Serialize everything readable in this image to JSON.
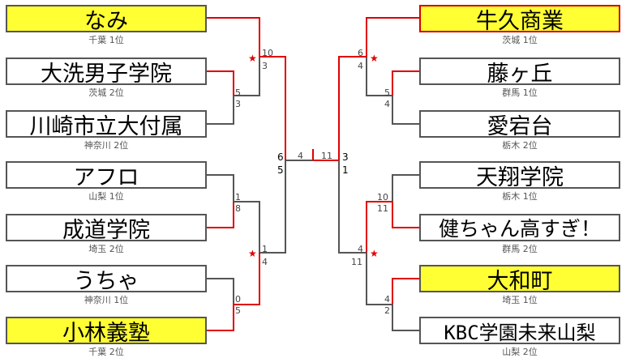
{
  "left_teams": [
    {
      "name": "なみ",
      "pref": "千葉 1位"
    },
    {
      "name": "大洗男子学院",
      "pref": "茨城 2位"
    },
    {
      "name": "川崎市立大付属",
      "pref": "神奈川 2位"
    },
    {
      "name": "アフロ",
      "pref": "山梨 1位"
    },
    {
      "name": "成道学院",
      "pref": "埼玉 2位"
    },
    {
      "name": "うちゃ",
      "pref": "神奈川 1位"
    },
    {
      "name": "小林義塾",
      "pref": "千葉 2位"
    }
  ],
  "right_teams": [
    {
      "name": "牛久商業",
      "pref": "茨城 1位"
    },
    {
      "name": "藤ヶ丘",
      "pref": "群馬 1位"
    },
    {
      "name": "愛宕台",
      "pref": "栃木 2位"
    },
    {
      "name": "天翔学院",
      "pref": "栃木 1位"
    },
    {
      "name": "健ちゃん高すぎ！",
      "pref": "群馬 2位"
    },
    {
      "name": "大和町",
      "pref": "埼玉 1位"
    },
    {
      "name": "KBC学園未来山梨",
      "pref": "山梨 2位"
    }
  ],
  "scores": {
    "l_r1a_top": "5",
    "l_r1a_bot": "3",
    "l_r1b_top": "1",
    "l_r1b_bot": "8",
    "l_r1c_top": "0",
    "l_r1c_bot": "5",
    "l_r2a_top": "10",
    "l_r2a_bot": "3",
    "l_r2b_top": "1",
    "l_r2b_bot": "4",
    "l_sf_top": "6",
    "l_sf_bot": "5",
    "final_left": "4",
    "final_right": "11",
    "r_sf_top": "3",
    "r_sf_bot": "1",
    "r_r1a_top": "5",
    "r_r1a_bot": "4",
    "r_r1b_top": "10",
    "r_r1b_bot": "11",
    "r_r1c_top": "4",
    "r_r1c_bot": "2",
    "r_r2a_top": "6",
    "r_r2a_bot": "4",
    "r_r2b_top": "4",
    "r_r2b_bot": "11"
  },
  "star_symbol": "★",
  "colors": {
    "winner_line": "#e00000",
    "loser_line": "#555555",
    "highlight": "#ffff33"
  }
}
